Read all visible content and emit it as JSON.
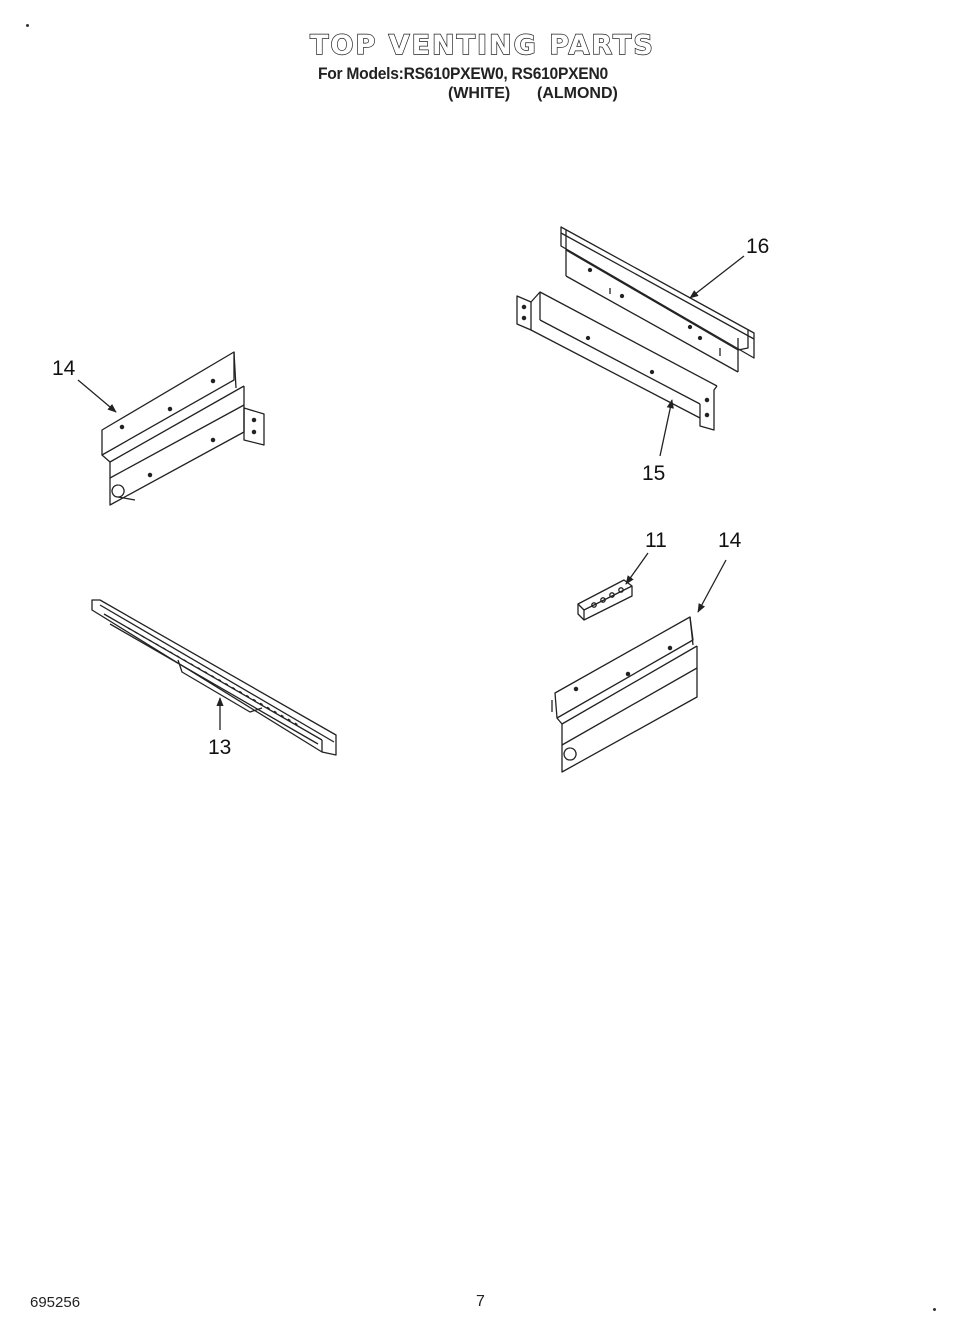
{
  "header": {
    "title": "TOP VENTING PARTS",
    "subtitle": "For Models:RS610PXEW0, RS610PXEN0",
    "color_white": "(WHITE)",
    "color_almond": "(ALMOND)"
  },
  "callouts": {
    "part_16": "16",
    "part_14_left": "14",
    "part_15": "15",
    "part_11": "11",
    "part_14_right": "14",
    "part_13": "13"
  },
  "footer": {
    "doc_number": "695256",
    "page_number": "7"
  }
}
